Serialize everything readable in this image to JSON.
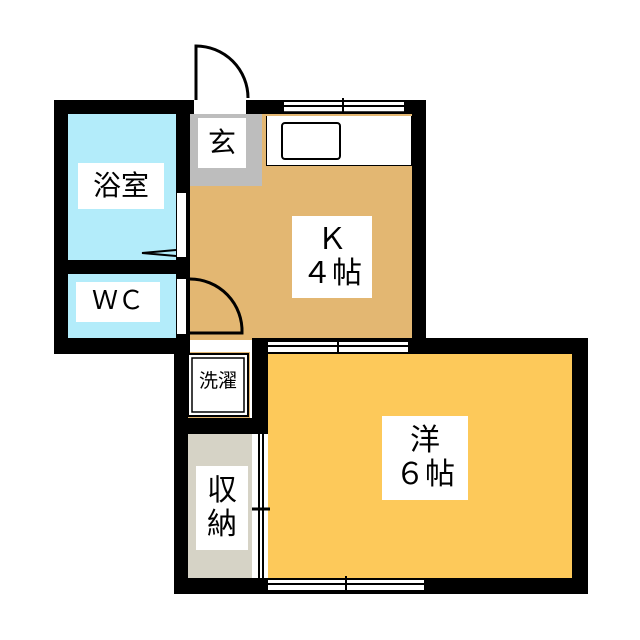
{
  "floorplan": {
    "colors": {
      "wall": "#000000",
      "bath": "#b3ecfa",
      "kitchen": "#e3b772",
      "western_room": "#fdc95a",
      "entrance": "#bdbdbd",
      "storage": "#d6d3c6",
      "background": "#ffffff"
    },
    "rooms": {
      "bath": {
        "label": "浴室"
      },
      "wc": {
        "label": "ＷＣ"
      },
      "entrance": {
        "label": "玄"
      },
      "kitchen": {
        "line1": "Ｋ",
        "line2": "４帖"
      },
      "laundry": {
        "label": "洗濯"
      },
      "storage": {
        "line1": "収",
        "line2": "納"
      },
      "western": {
        "line1": "洋",
        "line2": "６帖"
      }
    }
  }
}
